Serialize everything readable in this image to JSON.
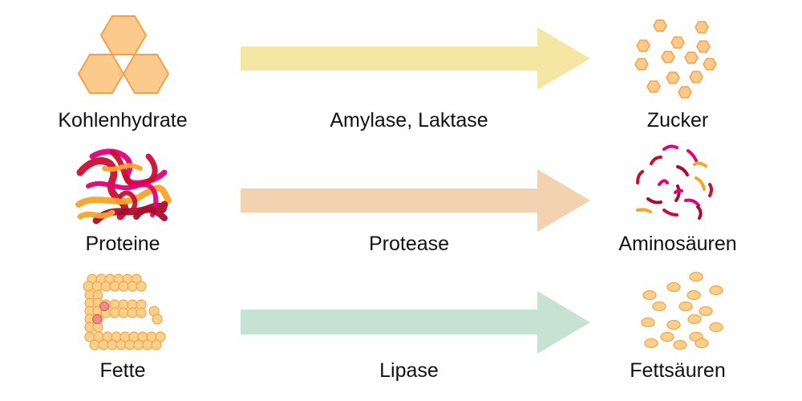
{
  "rows": [
    {
      "input": "Kohlenhydrate",
      "enzyme": "Amylase, Laktase",
      "product": "Zucker",
      "arrow_color": "#f6e6a4",
      "input_icon": "carbohydrate-hexagons-icon",
      "product_icon": "sugar-hexagons-icon"
    },
    {
      "input": "Proteine",
      "enzyme": "Protease",
      "product": "Aminosäuren",
      "arrow_color": "#f3d2b1",
      "input_icon": "folded-protein-icon",
      "product_icon": "amino-acid-fragments-icon"
    },
    {
      "input": "Fette",
      "enzyme": "Lipase",
      "product": "Fettsäuren",
      "arrow_color": "#c6e2d2",
      "input_icon": "fat-chain-icon",
      "product_icon": "fatty-acid-droplets-icon"
    }
  ],
  "colors": {
    "hexagon_fill": "#fccb8c",
    "hexagon_stroke": "#f4a04a",
    "protein_reds": [
      "#c8102e",
      "#e3007a",
      "#a50f2d",
      "#f7a42b"
    ],
    "fat_fill": "#fcd08a",
    "fat_stroke": "#f0a54a",
    "fat_highlight": "#f48a8a"
  }
}
